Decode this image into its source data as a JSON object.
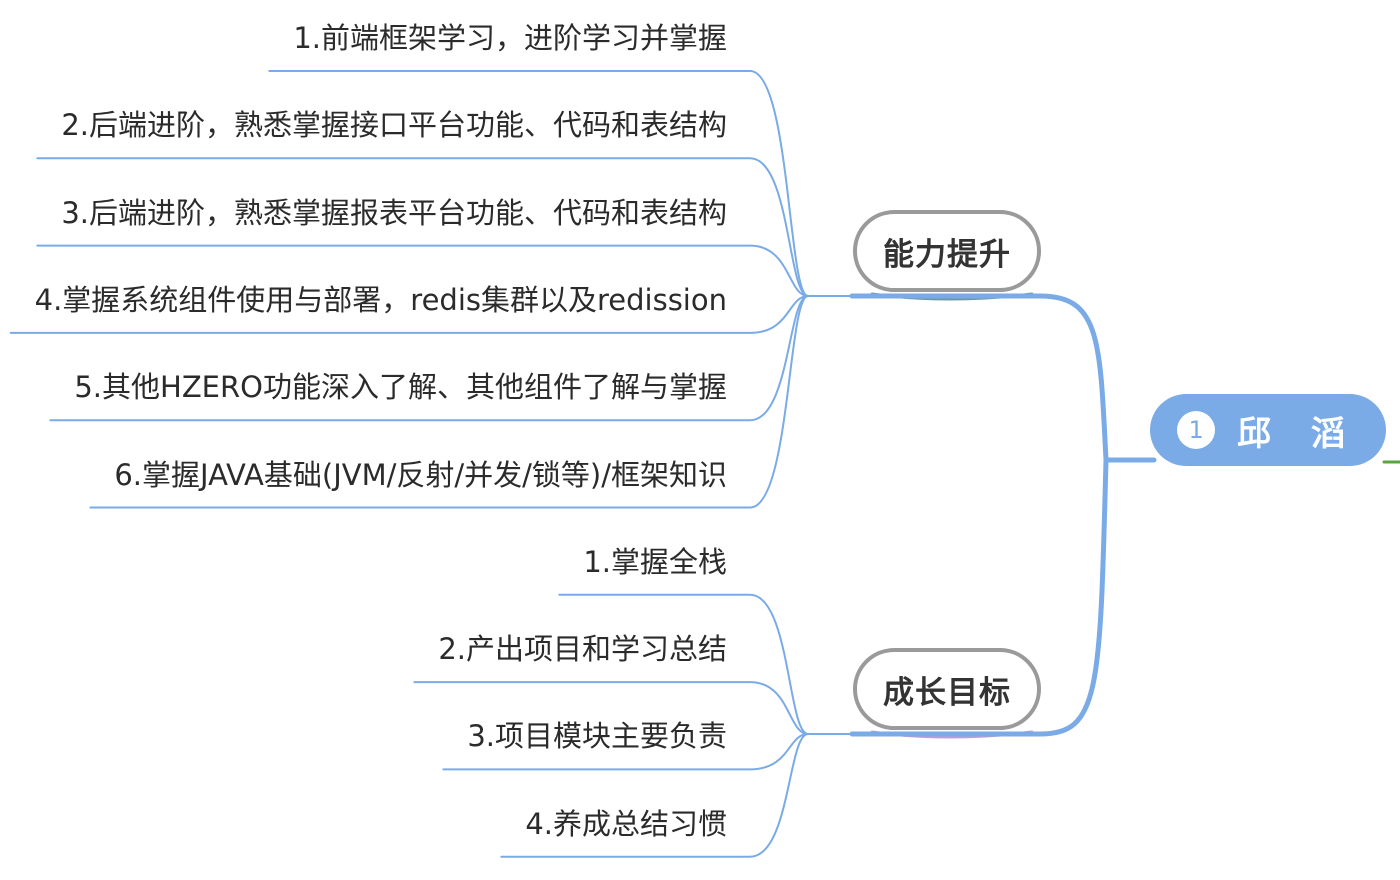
{
  "root": {
    "badge": "1",
    "label": "邱  滔",
    "color": "#7aabe6"
  },
  "branches": [
    {
      "label": "能力提升",
      "accent": "#6a9aa4",
      "items": [
        "1.前端框架学习，进阶学习并掌握",
        "2.后端进阶，熟悉掌握接口平台功能、代码和表结构",
        "3.后端进阶，熟悉掌握报表平台功能、代码和表结构",
        "4.掌握系统组件使用与部署，redis集群以及redission",
        "5.其他HZERO功能深入了解、其他组件了解与掌握",
        "6.掌握JAVA基础(JVM/反射/并发/锁等)/框架知识"
      ]
    },
    {
      "label": "成长目标",
      "accent": "#c49ad8",
      "items": [
        "1.掌握全栈",
        "2.产出项目和学习总结",
        "3.项目模块主要负责",
        "4.养成总结习惯"
      ]
    }
  ],
  "colors": {
    "trunk": "#7aabe6",
    "leaf_line": "#7aabe6",
    "category_border": "#9a9a9a",
    "offscreen_branch": "#5aa542"
  }
}
